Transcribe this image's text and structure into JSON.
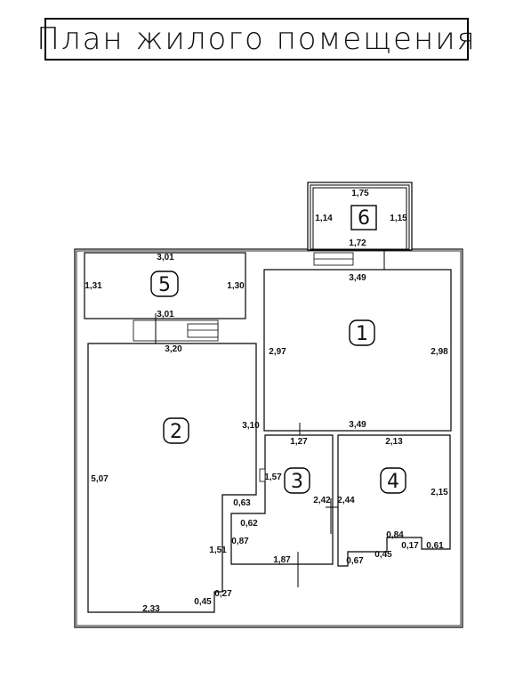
{
  "title": "План жилого помещения",
  "rooms": [
    {
      "number": "1",
      "dims": {
        "top": "3,49",
        "left": "2,97",
        "right": "2,98",
        "bottom": "3,49"
      }
    },
    {
      "number": "2",
      "dims": {
        "top": "3,20",
        "left": "5,07",
        "right": "3,10",
        "bottom": "2,33"
      }
    },
    {
      "number": "3",
      "dims": {
        "top": "1,27",
        "left": "1,57",
        "right": "2,42",
        "bottom": "1,87"
      }
    },
    {
      "number": "4",
      "dims": {
        "top": "2,13",
        "left": "2,44",
        "right": "2,15"
      }
    },
    {
      "number": "5",
      "dims": {
        "top": "3,01",
        "left": "1,31",
        "right": "1,30",
        "bottom": "3,01"
      }
    },
    {
      "number": "6",
      "dims": {
        "top": "1,75",
        "left": "1,14",
        "right": "1,15",
        "bottom": "1,72"
      }
    }
  ],
  "extra_dims": {
    "r2_step1": "0,63",
    "r2_step2": "0,62",
    "r2_step3": "0,87",
    "r2_step4": "1,51",
    "r2_step5": "0,27",
    "r2_step6": "0,45",
    "r4_b1": "0,84",
    "r4_b2": "0,17",
    "r4_b3": "0,61",
    "r4_b4": "0,45",
    "r4_b5": "0,67"
  }
}
